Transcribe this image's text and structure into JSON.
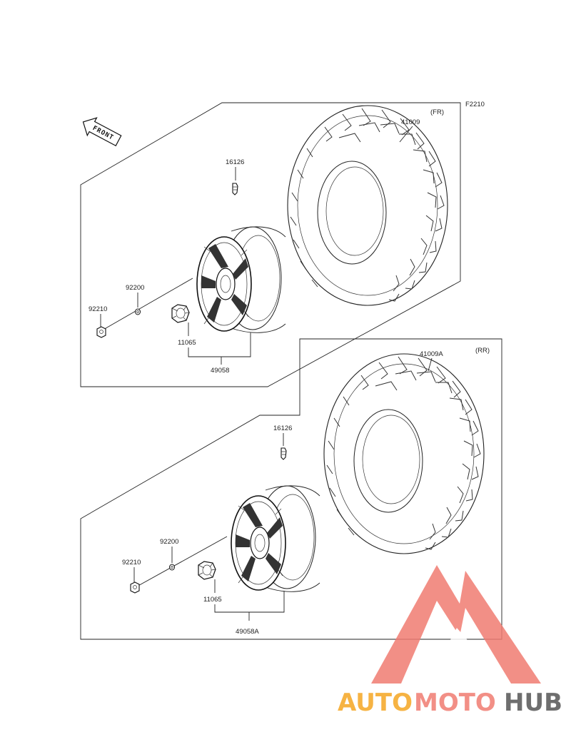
{
  "diagram_code": "F2210",
  "front_label": "FRONT",
  "colors": {
    "line": "#222222",
    "logo_red": "#f07c72",
    "logo_orange": "#f5a623",
    "logo_gray": "#555555"
  },
  "front_assembly": {
    "position_label": "(FR)",
    "parts": {
      "tire": "41009",
      "valve": "16126",
      "washer": "92200",
      "nut": "92210",
      "hub_cap": "11065",
      "wheel_assembly": "49058"
    }
  },
  "rear_assembly": {
    "position_label": "(RR)",
    "parts": {
      "tire": "41009A",
      "valve": "16126",
      "washer": "92200",
      "nut": "92210",
      "hub_cap": "11065",
      "wheel_assembly": "49058A"
    }
  },
  "watermark": {
    "part1": "AUTO",
    "part2": "MOTO",
    "part3": "HUB"
  }
}
